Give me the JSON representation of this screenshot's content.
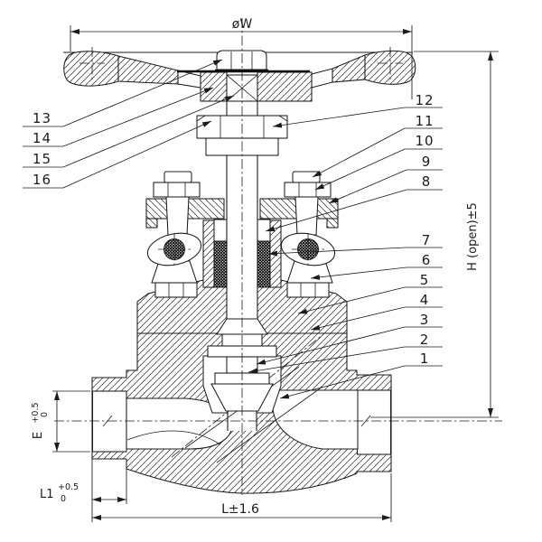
{
  "dims": {
    "handwheel_diameter": "øW",
    "open_height": "H (open)±5",
    "bore": {
      "base": "E",
      "sup": "+0.5",
      "sub": "0"
    },
    "socket_depth": {
      "base": "L1",
      "sup": "+0.5",
      "sub": "0"
    },
    "face_to_face": "L±1.6"
  },
  "parts": {
    "left": [
      "13",
      "14",
      "15",
      "16"
    ],
    "right": [
      "12",
      "11",
      "10",
      "9",
      "8",
      "7",
      "6",
      "5",
      "4",
      "3",
      "2",
      "1"
    ]
  }
}
